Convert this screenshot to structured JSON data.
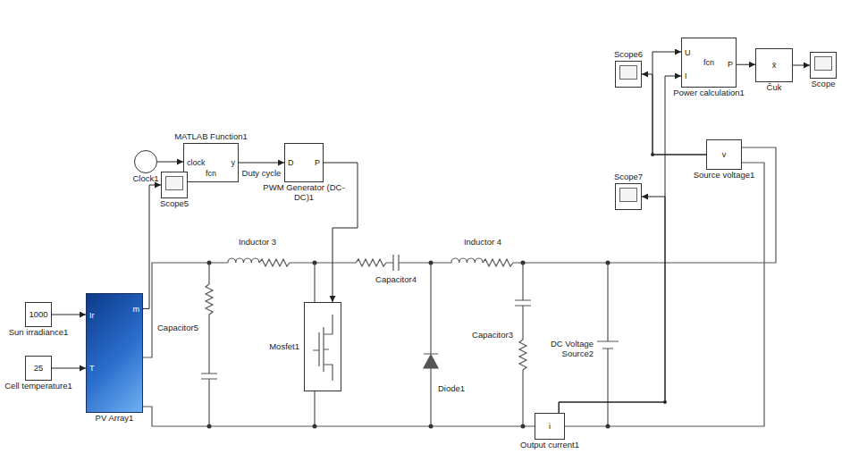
{
  "diagram": {
    "nodes": [
      {
        "text": [
          "1000",
          "Sun irradiance1"
        ]
      },
      {
        "text": [
          "25",
          "Cell temperature1"
        ]
      },
      {
        "text": [
          "Ir",
          "T",
          "m",
          "PV Array1"
        ]
      },
      {
        "text": [
          "Clock1"
        ]
      },
      {
        "text": [
          "clock",
          "fcn",
          "y",
          "MATLAB Function1"
        ]
      },
      {
        "text": [
          "D",
          "P",
          "PWM Generator (DC-DC)1"
        ]
      },
      {
        "text": [
          "Scope5"
        ]
      },
      {
        "text": [
          "Mosfet1"
        ]
      },
      {
        "text": [
          "i",
          "Output current1"
        ]
      },
      {
        "text": [
          "v",
          "Source voltage1"
        ]
      },
      {
        "text": [
          "Scope7"
        ]
      },
      {
        "text": [
          "Scope6"
        ]
      },
      {
        "text": [
          "U",
          "I",
          "fcn",
          "P",
          "Power calculation1"
        ]
      },
      {
        "text": [
          "x̄",
          "Čuk"
        ]
      },
      {
        "text": [
          "Scope"
        ]
      }
    ],
    "edges": [
      {
        "from": 0,
        "to": 2,
        "arrow": "to"
      },
      {
        "from": 1,
        "to": 2,
        "arrow": "to"
      },
      {
        "from": 2,
        "to": 6,
        "arrow": "to"
      },
      {
        "from": 3,
        "to": 4,
        "arrow": "to"
      },
      {
        "from": 4,
        "to": 5,
        "label": "Duty cycle",
        "arrow": "to"
      },
      {
        "from": 5,
        "to": 7,
        "arrow": "to"
      },
      {
        "from": 9,
        "to": 12,
        "arrow": "to"
      },
      {
        "from": 9,
        "to": 11,
        "arrow": "to"
      },
      {
        "from": 8,
        "to": 12,
        "arrow": "to"
      },
      {
        "from": 8,
        "to": 10,
        "arrow": "to"
      },
      {
        "from": 12,
        "to": 13,
        "arrow": "to"
      },
      {
        "from": 13,
        "to": 14,
        "arrow": "to"
      }
    ],
    "labels": [
      "Inductor 3",
      "Inductor 4",
      "Capacitor5",
      "Capacitor4",
      "Capacitor3",
      "Diode1",
      "DC Voltage Source2"
    ]
  }
}
